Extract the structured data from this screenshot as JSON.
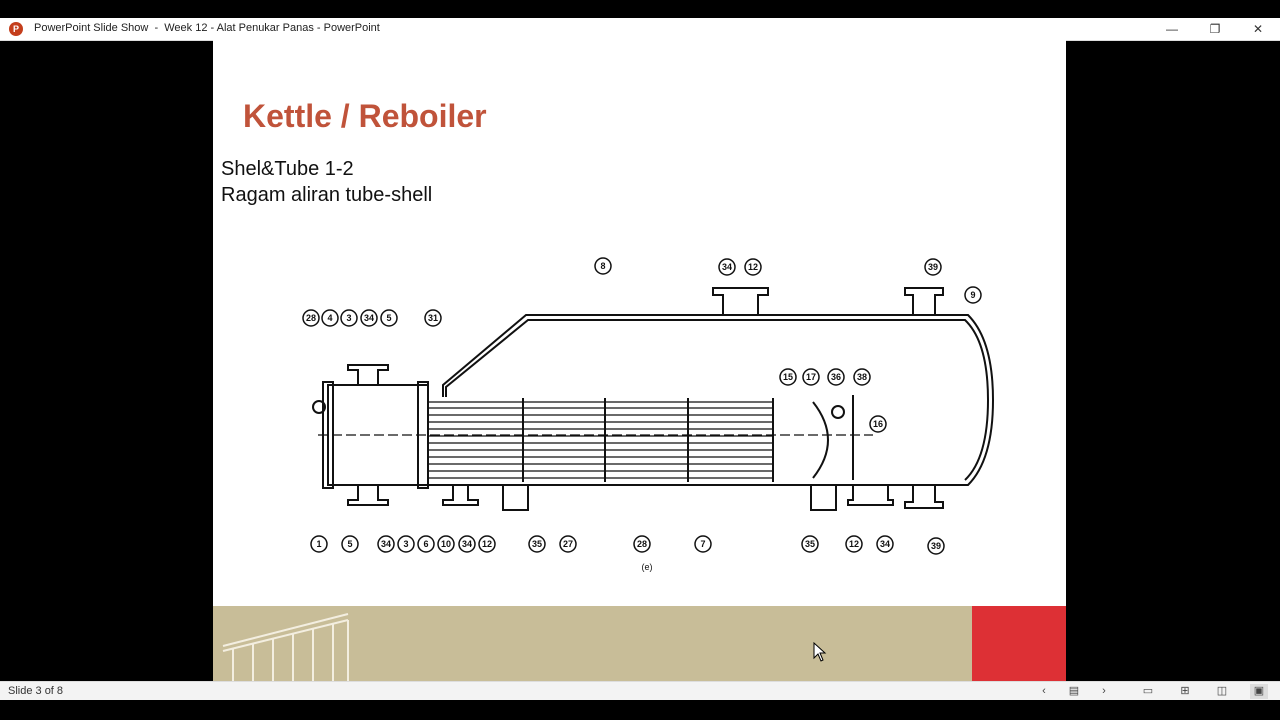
{
  "window": {
    "app_icon": "P",
    "title": "PowerPoint Slide Show  -  Week 12 - Alat Penukar Panas - PowerPoint",
    "minimize_icon": "minimize-icon",
    "restore_icon": "restore-icon",
    "close_icon": "close-icon"
  },
  "slide": {
    "title": "Kettle / Reboiler",
    "subtitle_1": "Shel&Tube 1-2",
    "subtitle_2": "Ragam aliran tube-shell",
    "diagram_labels": {
      "top": [
        "28",
        "4",
        "3",
        "34",
        "5",
        "31",
        "8",
        "34",
        "12",
        "39",
        "9",
        "15",
        "17",
        "36",
        "38",
        "16"
      ],
      "bottom": [
        "1",
        "5",
        "34",
        "3",
        "6",
        "10",
        "34",
        "12",
        "35",
        "27",
        "28",
        "7",
        "35",
        "12",
        "34",
        "39"
      ],
      "caption": "(e)"
    },
    "colors": {
      "title": "#c0533a",
      "footer_band": "#c8bd98",
      "footer_accent": "#dd3035"
    }
  },
  "statusbar": {
    "slide_counter": "Slide 3 of 8",
    "prev_icon": "chevron-left-icon",
    "notes_icon": "notes-icon",
    "next_icon": "chevron-right-icon",
    "normal_view_icon": "normal-view-icon",
    "sorter_view_icon": "slide-sorter-icon",
    "reading_view_icon": "reading-view-icon",
    "slideshow_icon": "slideshow-icon"
  }
}
